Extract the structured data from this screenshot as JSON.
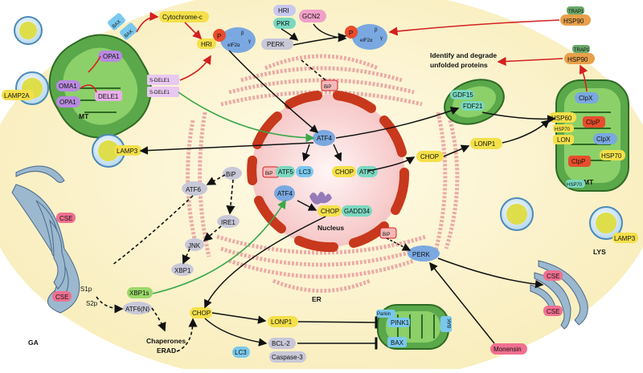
{
  "labels": {
    "cytochrome_c": "Cytochrome-c",
    "hri": "HRI",
    "pkr": "PKR",
    "gcn2": "GCN2",
    "perk": "PERK",
    "bip": "BiP",
    "p": "P",
    "eif2a": "eIF2α",
    "beta": "β",
    "gamma": "γ",
    "identify": "Identify and degrade",
    "identify2": "unfolded proteins",
    "trap1": "TRAP1",
    "hsp90": "HSP90",
    "bax": "BAX",
    "bak": "BAK",
    "opa1": "OPA1",
    "oma1": "OMA1",
    "dele1": "DELE1",
    "s_dele1": "S-DELE1",
    "mt": "MT",
    "lamp2a": "LAMP2A",
    "lamp3": "LAMP3",
    "atf4": "ATF4",
    "atf5": "ATF5",
    "lc3": "LC3",
    "chop": "CHOP",
    "atf3": "ATF3",
    "gadd34": "GADD34",
    "nucleus": "Nucleus",
    "gdf15": "GDF15",
    "fdf21": "FDF21",
    "lonp1": "LONP1",
    "clpx": "ClpX",
    "clpp": "ClpP",
    "hsp60": "HSP60",
    "hsp70": "HSP70",
    "lon": "LON",
    "atf6": "ATF6",
    "ire1": "IRE1",
    "jnk": "JNK",
    "xbp1": "XBP1",
    "xbp1s": "XBP1s",
    "atf6n": "ATF6(N)",
    "s1p": "S1p",
    "s2p": "S2p",
    "cse": "CSE",
    "ga": "GA",
    "er": "ER",
    "chaperones": "Chaperones",
    "erad": "ERAD",
    "bcl2": "BCL-2",
    "caspase3": "Caspase-3",
    "pink1": "PINK1",
    "parkin": "Parkin",
    "monensin": "Monensin",
    "lys": "LYS"
  },
  "colors": {
    "background": "#fdf6d3",
    "mito_green": "#5aa84a",
    "nucleus_red": "#c8381c",
    "er_pink": "#e8a0a0",
    "yellow_tag": "#f4e04a",
    "blue_tag": "#7aa8e0",
    "arrow_red": "#d42020",
    "arrow_green": "#3aa84a",
    "golgi_blue": "#9bb8cf",
    "lys_yellow": "#dede4a"
  }
}
